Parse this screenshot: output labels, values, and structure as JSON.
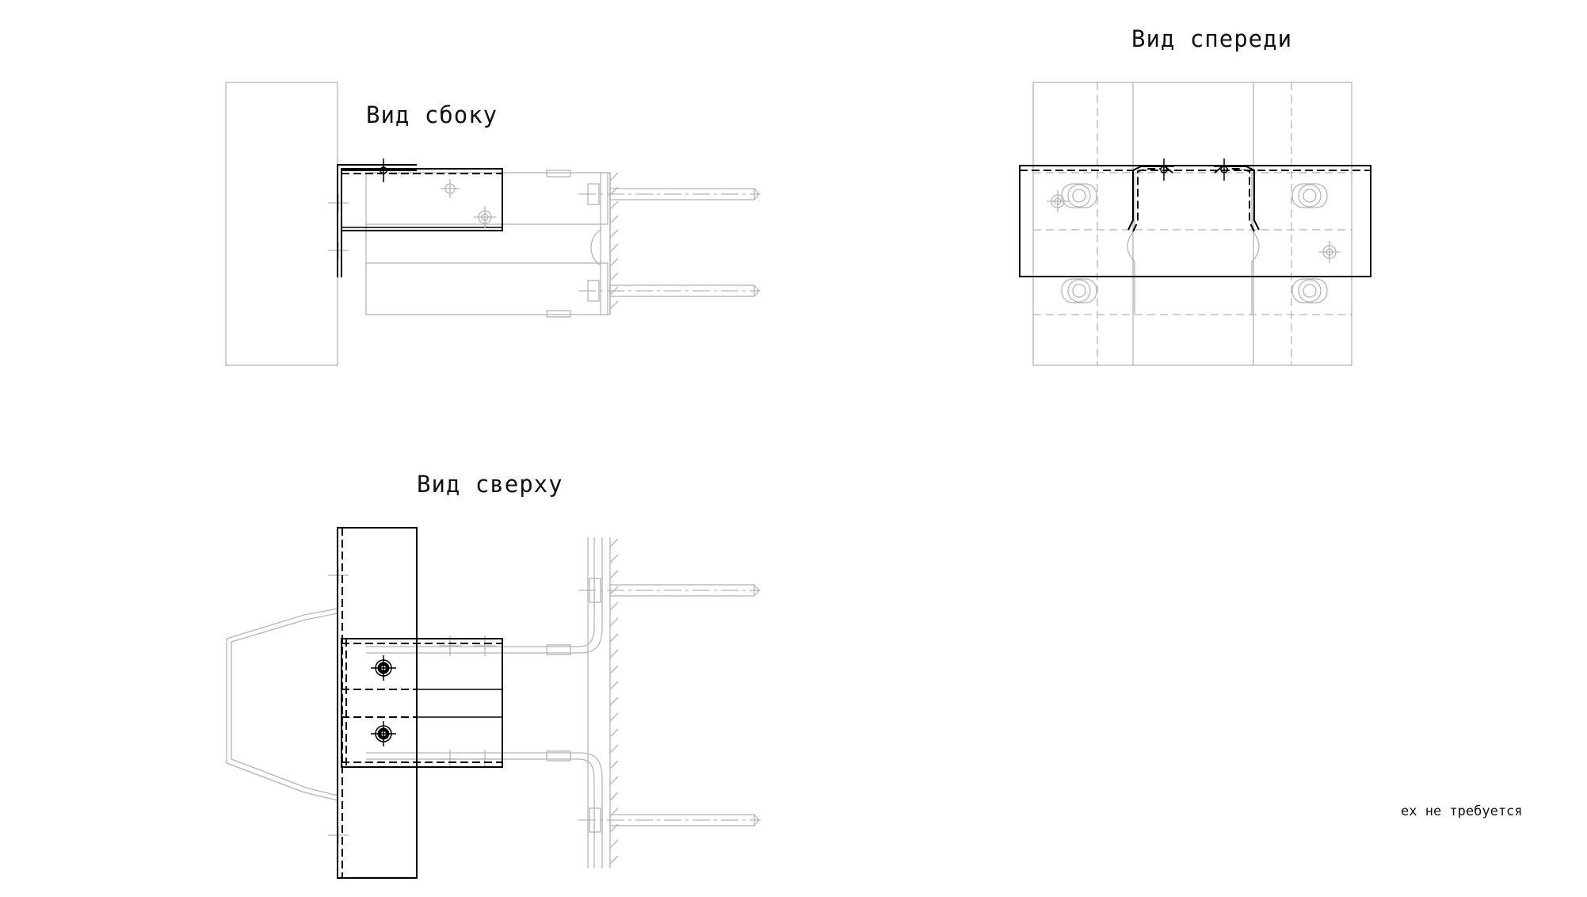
{
  "views": {
    "side": {
      "title": "Вид сбоку"
    },
    "front": {
      "title": "Вид спереди"
    },
    "top": {
      "title": "Вид сверху"
    }
  },
  "note": "ех не требуется",
  "colors": {
    "background": "#ffffff",
    "main_line": "#000000",
    "faint_line": "#b4b4b4"
  }
}
